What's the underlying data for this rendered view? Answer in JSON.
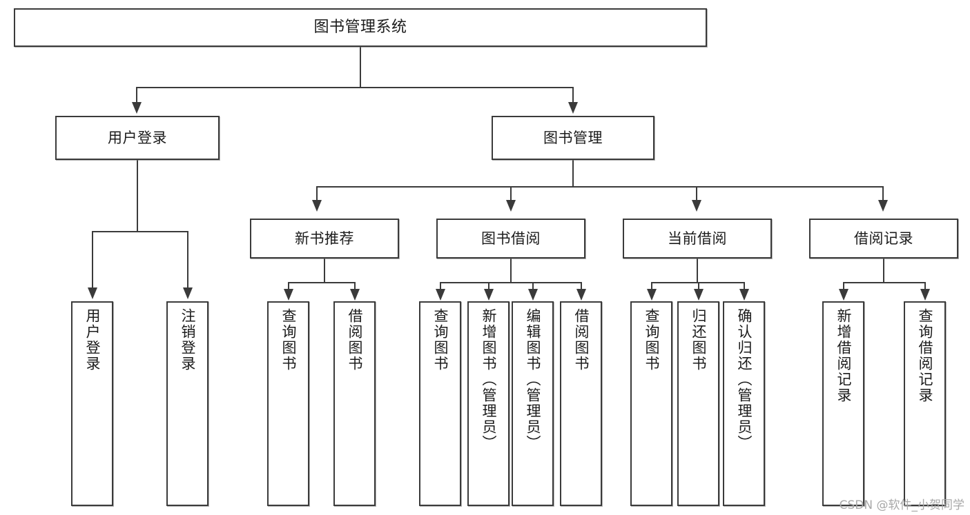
{
  "diagram": {
    "title": "图书管理系统",
    "type": "tree-hierarchy-chart",
    "root": {
      "label": "图书管理系统"
    },
    "level2": [
      {
        "label": "用户登录"
      },
      {
        "label": "图书管理"
      }
    ],
    "level3": [
      {
        "label": "新书推荐"
      },
      {
        "label": "图书借阅"
      },
      {
        "label": "当前借阅"
      },
      {
        "label": "借阅记录"
      }
    ],
    "leaves": {
      "user_login": [
        {
          "label": "用户登录"
        },
        {
          "label": "注销登录"
        }
      ],
      "new_book_recommend": [
        {
          "label": "查询图书"
        },
        {
          "label": "借阅图书"
        }
      ],
      "book_borrow": [
        {
          "label": "查询图书"
        },
        {
          "label": "新增图书（管理员）"
        },
        {
          "label": "编辑图书（管理员）"
        },
        {
          "label": "借阅图书"
        }
      ],
      "current_borrow": [
        {
          "label": "查询图书"
        },
        {
          "label": "归还图书"
        },
        {
          "label": "确认归还（管理员）"
        }
      ],
      "borrow_records": [
        {
          "label": "新增借阅记录"
        },
        {
          "label": "查询借阅记录"
        }
      ]
    }
  },
  "watermark": {
    "text": "CSDN @软件_小贺同学"
  },
  "colors": {
    "stroke": "#3a3a3a",
    "fill": "#ffffff",
    "text": "#1b1b1b",
    "watermark": "#a8a8a8"
  }
}
